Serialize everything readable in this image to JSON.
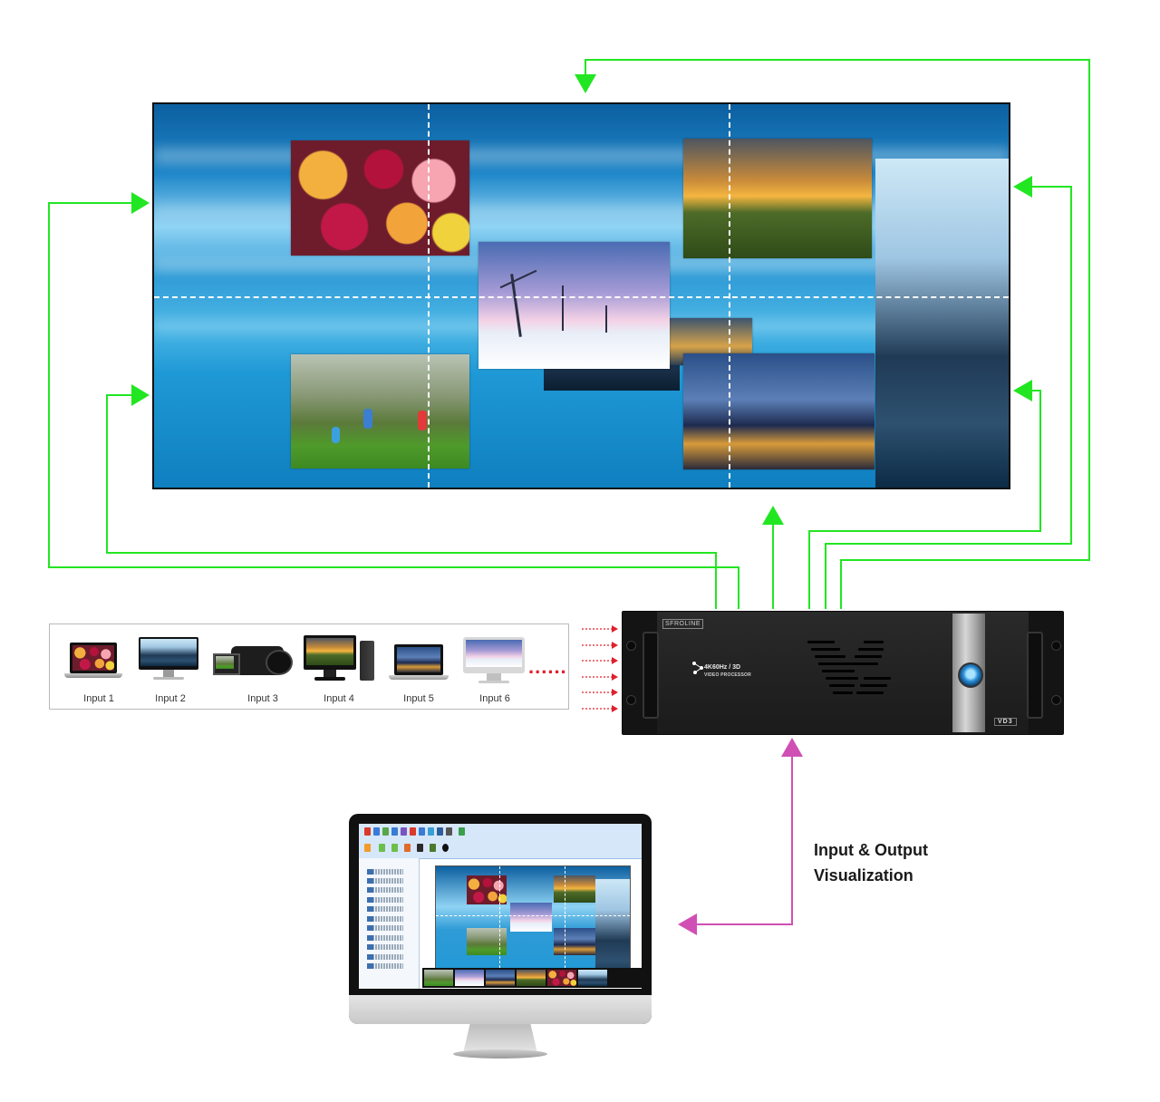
{
  "colors": {
    "output_arrow": "#22e622",
    "control_arrow": "#d04fb4",
    "input_arrow": "#e0202c"
  },
  "inputs": [
    {
      "label": "Input 1",
      "icon": "laptop-icon"
    },
    {
      "label": "Input 2",
      "icon": "desktop-monitor-icon"
    },
    {
      "label": "Input 3",
      "icon": "camcorder-icon"
    },
    {
      "label": "Input 4",
      "icon": "desktop-pc-icon"
    },
    {
      "label": "Input 5",
      "icon": "laptop-icon"
    },
    {
      "label": "Input 6",
      "icon": "all-in-one-pc-icon"
    }
  ],
  "inputs_more": "......",
  "processor": {
    "brand": "SFROLINE",
    "spec_line1": "4K60Hz / 3D",
    "spec_line2": "VIDEO PROCESSOR",
    "model": "VD3"
  },
  "caption": {
    "line1": "Input & Output",
    "line2": "Visualization"
  }
}
